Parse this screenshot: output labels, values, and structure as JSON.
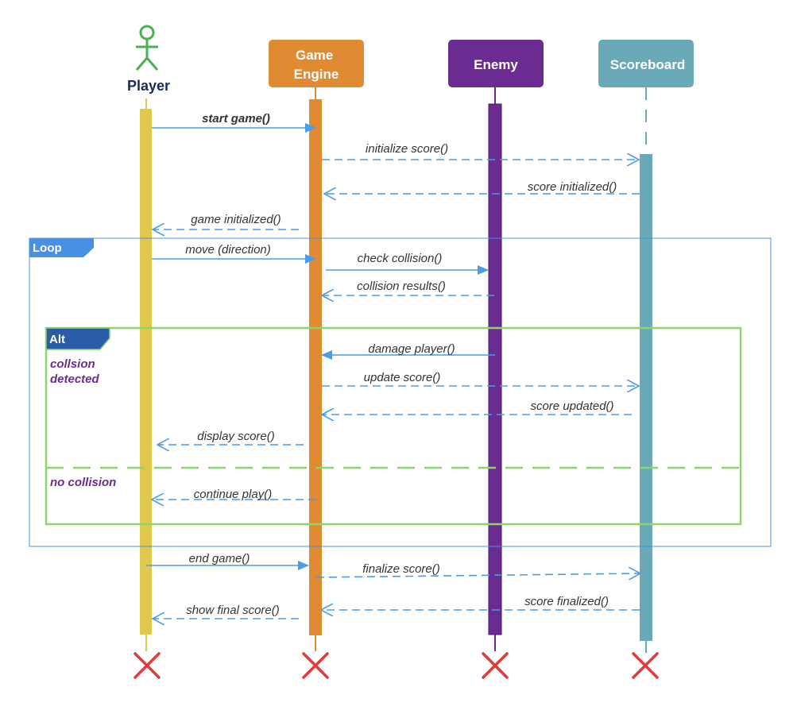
{
  "participants": [
    {
      "name": "Player",
      "kind": "actor",
      "color": "#e0c84c"
    },
    {
      "name": "Game\nEngine",
      "kind": "box",
      "color": "#e08a32"
    },
    {
      "name": "Enemy",
      "kind": "box",
      "color": "#6a2c91"
    },
    {
      "name": "Scoreboard",
      "kind": "box",
      "color": "#6aa9b8"
    }
  ],
  "messages": [
    {
      "label": "start game()",
      "bold": true,
      "style": "solid"
    },
    {
      "label": "initialize score()",
      "style": "dashed"
    },
    {
      "label": "score initialized()",
      "style": "dashed"
    },
    {
      "label": "game initialized()",
      "style": "dashed"
    },
    {
      "label": "move (direction)",
      "style": "solid"
    },
    {
      "label": "check collision()",
      "style": "solid"
    },
    {
      "label": "collision results()",
      "style": "dashed"
    },
    {
      "label": "damage player()",
      "style": "solid"
    },
    {
      "label": "update score()",
      "style": "dashed"
    },
    {
      "label": "score updated()",
      "style": "dashed"
    },
    {
      "label": "display score()",
      "style": "dashed"
    },
    {
      "label": "continue play()",
      "style": "dashed"
    },
    {
      "label": "end game()",
      "style": "solid"
    },
    {
      "label": "finalize score()",
      "style": "dashed"
    },
    {
      "label": "score finalized()",
      "style": "dashed"
    },
    {
      "label": "show final score()",
      "style": "dashed"
    }
  ],
  "frames": {
    "loop": {
      "label": "Loop",
      "color": "#4a90e2"
    },
    "alt": {
      "label": "Alt",
      "color": "#2a5ca8",
      "border_color": "#8fd46a",
      "conditions": [
        "collsion\ndetected",
        "no collision"
      ]
    }
  },
  "colors": {
    "arrow": "#4a9ce8",
    "destroy": "#e03a3a",
    "actor": "#4caf50"
  }
}
